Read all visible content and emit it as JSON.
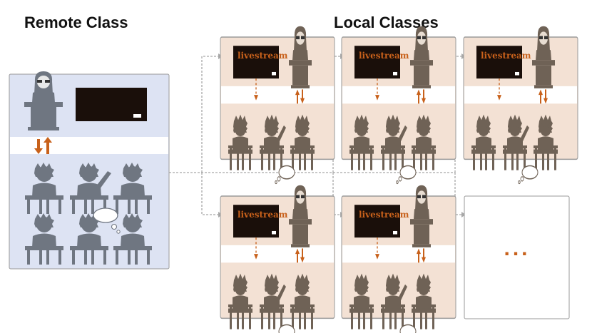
{
  "titles": {
    "remote": "Remote Class",
    "local": "Local Classes"
  },
  "livestream_label": "livestream",
  "ellipsis": "...",
  "colors": {
    "remote_panel": "#dde3f3",
    "local_panel": "#f3e1d4",
    "figure": "#6f7681",
    "local_figure": "#6f6256",
    "accent": "#c8611b",
    "board": "#1a0f0a",
    "connector": "#a8a8a8"
  },
  "icons": [
    "teacher-icon",
    "blackboard-icon",
    "student-icon",
    "thought-bubble-icon",
    "bidirectional-arrow-icon",
    "livestream-screen-icon"
  ]
}
